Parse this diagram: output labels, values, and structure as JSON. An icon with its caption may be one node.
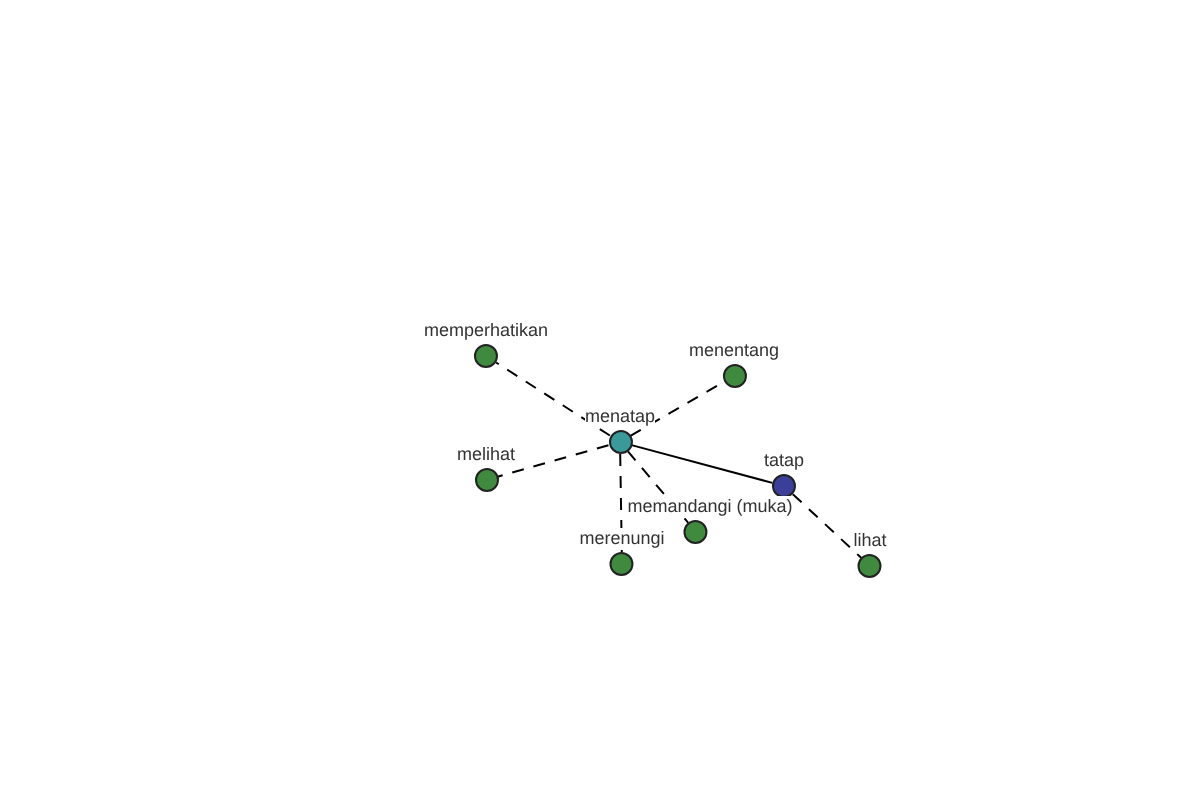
{
  "diagram": {
    "nodes": [
      {
        "text": [
          "menatap"
        ]
      },
      {
        "text": [
          "memperhatikan"
        ]
      },
      {
        "text": [
          "menentang"
        ]
      },
      {
        "text": [
          "melihat"
        ]
      },
      {
        "text": [
          "tatap"
        ]
      },
      {
        "text": [
          "memandangi (muka)"
        ]
      },
      {
        "text": [
          "merenungi"
        ]
      },
      {
        "text": [
          "lihat"
        ]
      }
    ],
    "edges": [
      {
        "from": 0,
        "to": 1,
        "arrow": "none",
        "style": "dashed"
      },
      {
        "from": 0,
        "to": 2,
        "arrow": "none",
        "style": "dashed"
      },
      {
        "from": 0,
        "to": 3,
        "arrow": "none",
        "style": "dashed"
      },
      {
        "from": 0,
        "to": 4,
        "arrow": "none"
      },
      {
        "from": 0,
        "to": 5,
        "arrow": "none",
        "style": "dashed"
      },
      {
        "from": 0,
        "to": 6,
        "arrow": "none",
        "style": "dashed"
      },
      {
        "from": 4,
        "to": 7,
        "arrow": "none",
        "style": "dashed"
      }
    ]
  }
}
